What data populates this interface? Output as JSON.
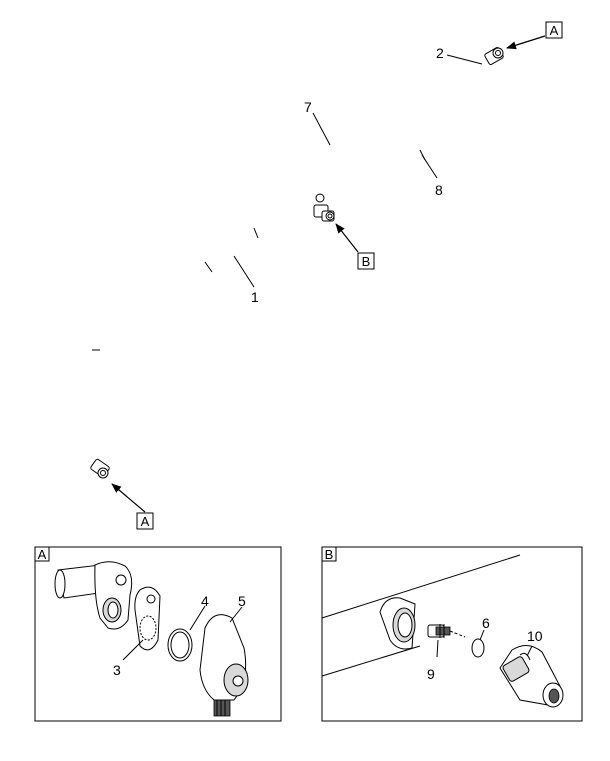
{
  "diagram": {
    "callouts": {
      "c1": "1",
      "c2": "2",
      "c3": "3",
      "c4": "4",
      "c5": "5",
      "c6": "6",
      "c7": "7",
      "c8": "8",
      "c9": "9",
      "c10": "10"
    },
    "ref_labels": {
      "a_top": "A",
      "a_bottom": "A",
      "b_main": "B",
      "detail_a": "A",
      "detail_b": "B"
    }
  }
}
